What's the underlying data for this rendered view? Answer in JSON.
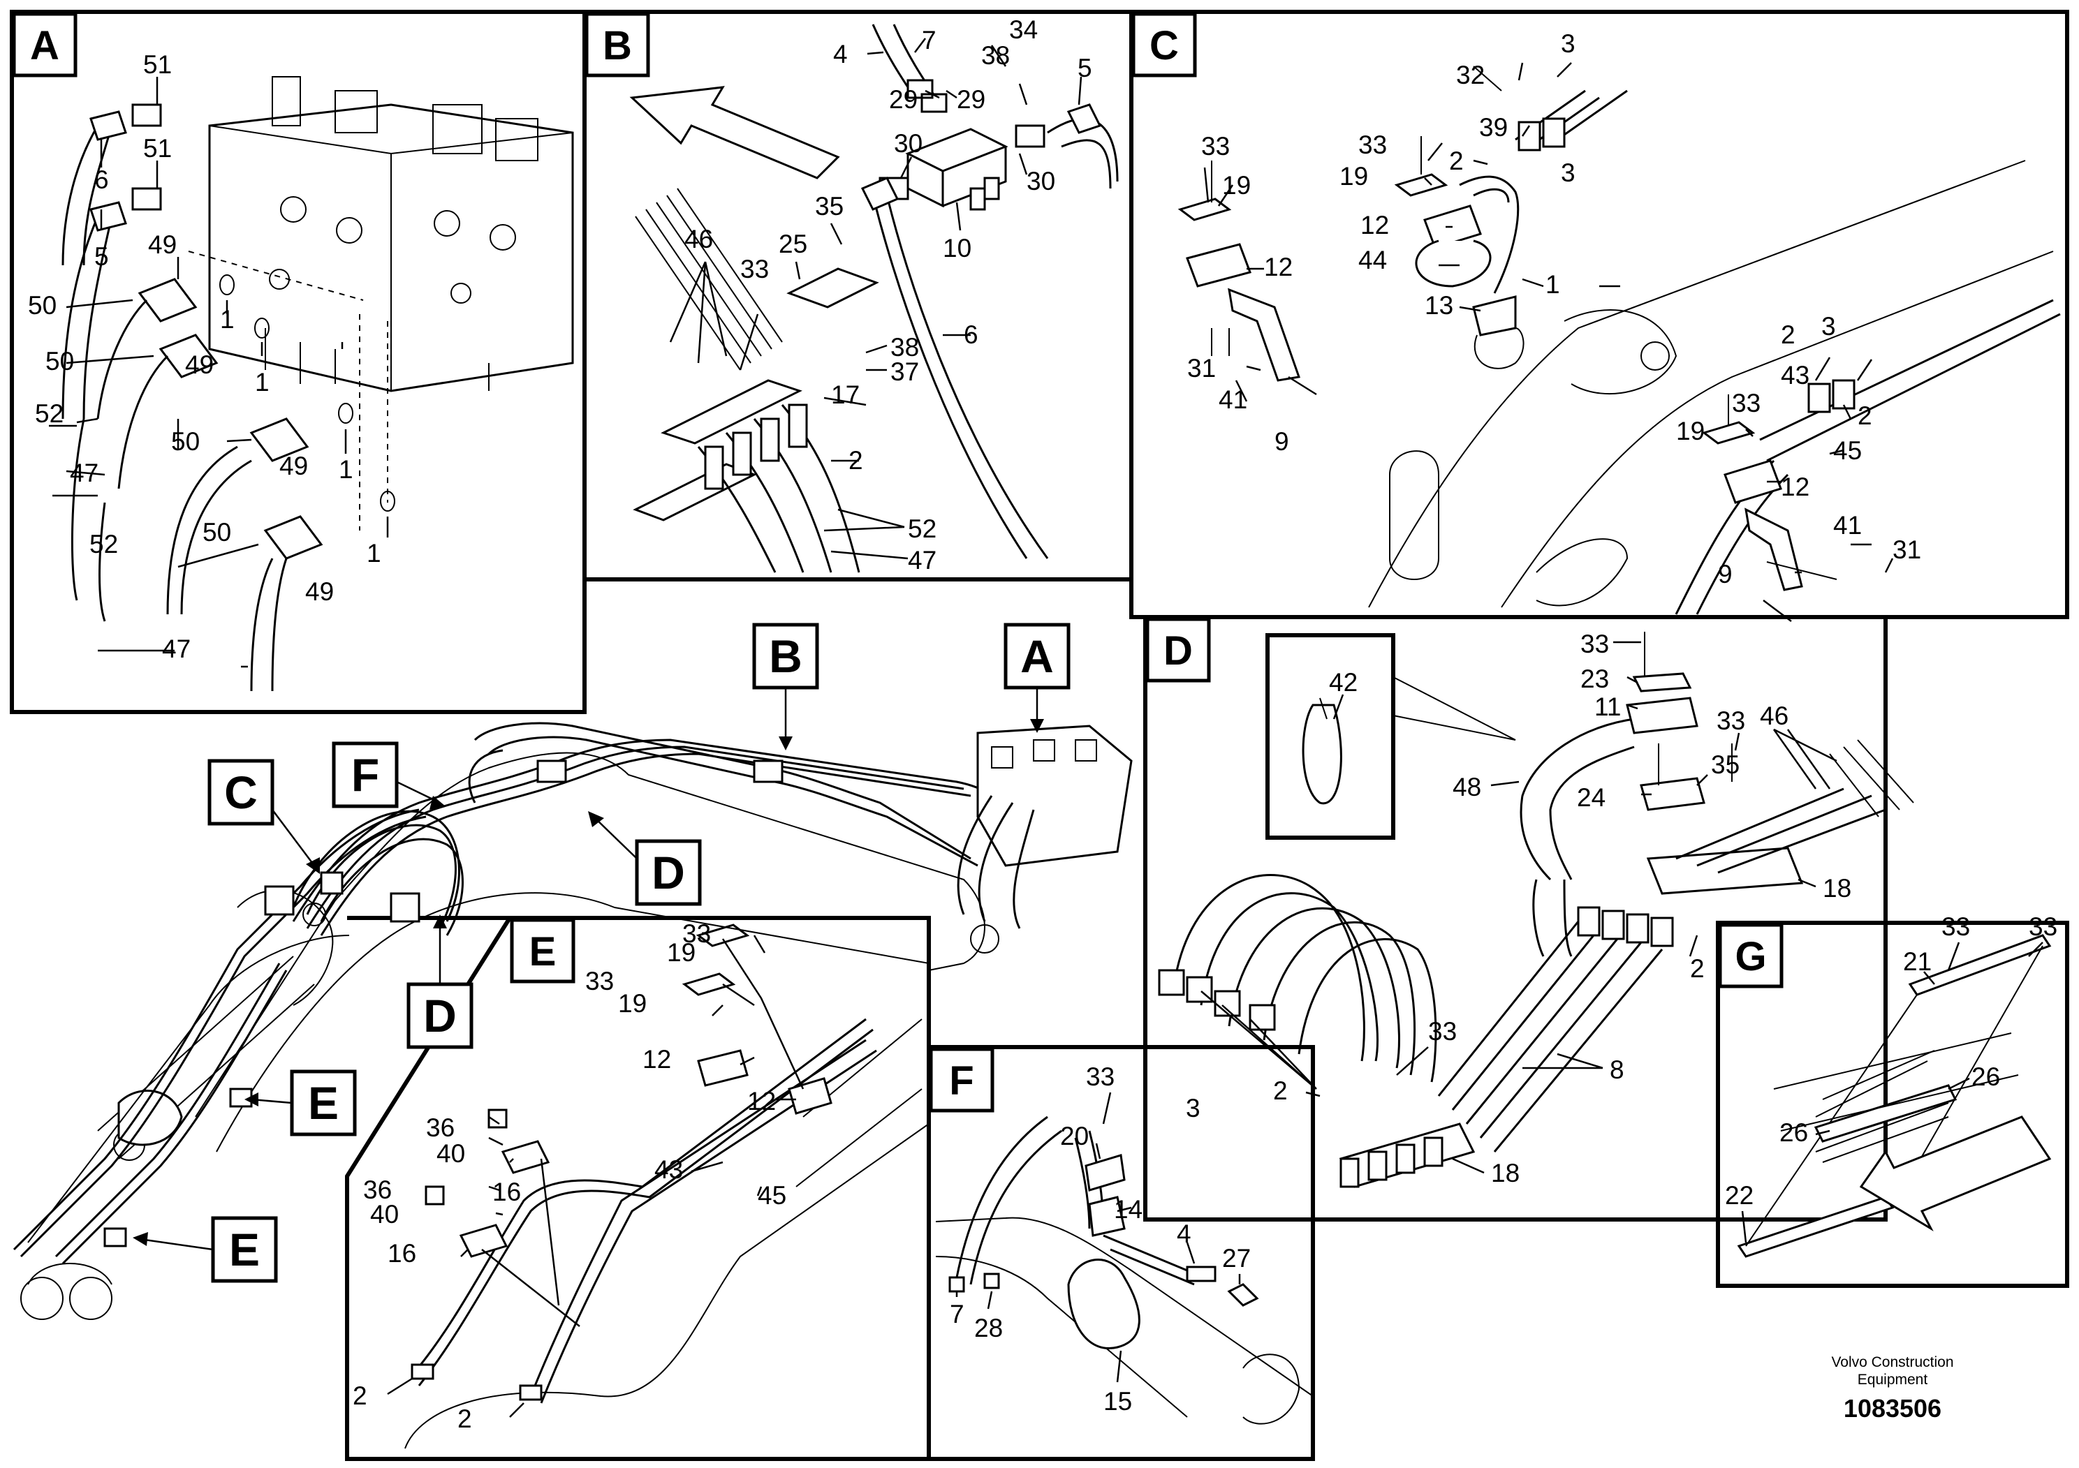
{
  "brand_line1": "Volvo Construction",
  "brand_line2": "Equipment",
  "drawing_number": "1083506",
  "panels": {
    "A": {
      "label": "A",
      "callouts": [
        "51",
        "6",
        "51",
        "5",
        "49",
        "50",
        "1",
        "50",
        "49",
        "1",
        "52",
        "50",
        "49",
        "1",
        "47",
        "52",
        "50",
        "49",
        "1",
        "47"
      ]
    },
    "B": {
      "label": "B",
      "callouts": [
        "4",
        "7",
        "34",
        "38",
        "5",
        "29",
        "29",
        "30",
        "30",
        "35",
        "10",
        "46",
        "25",
        "33",
        "38",
        "37",
        "6",
        "17",
        "2",
        "52",
        "47"
      ]
    },
    "C": {
      "label": "C",
      "callouts": [
        "3",
        "32",
        "3",
        "39",
        "33",
        "33",
        "19",
        "19",
        "2",
        "12",
        "12",
        "44",
        "1",
        "13",
        "2",
        "3",
        "31",
        "41",
        "33",
        "43",
        "2",
        "9",
        "19",
        "45",
        "12",
        "41",
        "31",
        "9"
      ]
    },
    "D": {
      "label": "D",
      "callouts": [
        "33",
        "23",
        "11",
        "42",
        "33",
        "46",
        "48",
        "35",
        "24",
        "18",
        "2",
        "33",
        "8",
        "2",
        "3",
        "18"
      ]
    },
    "E": {
      "label": "E",
      "callouts": [
        "33",
        "19",
        "33",
        "19",
        "12",
        "12",
        "36",
        "40",
        "43",
        "45",
        "16",
        "36",
        "40",
        "16",
        "2",
        "2"
      ]
    },
    "F": {
      "label": "F",
      "callouts": [
        "33",
        "20",
        "14",
        "4",
        "27",
        "7",
        "28",
        "15"
      ]
    },
    "G": {
      "label": "G",
      "callouts": [
        "21",
        "33",
        "33",
        "26",
        "26",
        "22"
      ]
    }
  },
  "overview_tags": [
    "A",
    "B",
    "C",
    "D",
    "D",
    "E",
    "E",
    "F"
  ]
}
